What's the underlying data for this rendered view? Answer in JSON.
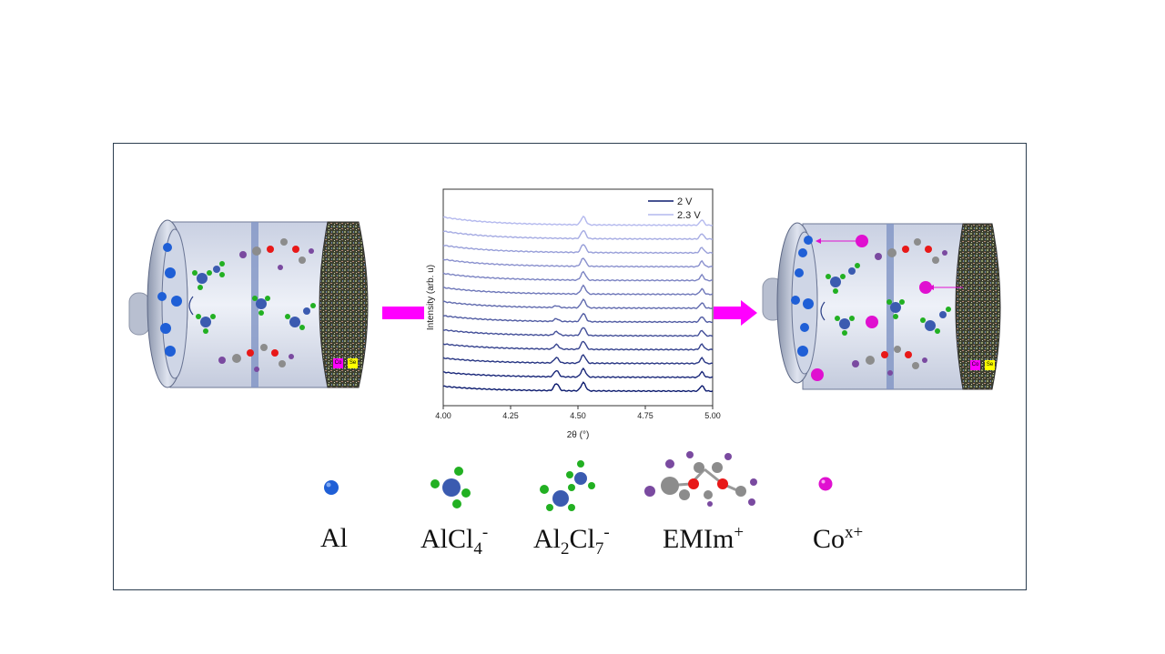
{
  "chart_data": {
    "type": "line",
    "title": "",
    "xlabel": "2θ (°)",
    "ylabel": "Intensity (arb. u)",
    "xlim": [
      4.0,
      5.0
    ],
    "xticks": [
      "4.00",
      "4.25",
      "4.50",
      "4.75",
      "5.00"
    ],
    "legend_placement": "top-right",
    "series": [
      {
        "name": "2 V",
        "color": "#0b1a6e"
      },
      {
        "name": "2.3 V",
        "color": "#b4b9ee"
      }
    ],
    "curve_count": 13,
    "peaks": [
      {
        "x": 4.42,
        "present_in_curves": "lower curves (2 V side)"
      },
      {
        "x": 4.52,
        "present_in_curves": "all"
      },
      {
        "x": 4.96,
        "present_in_curves": "all"
      }
    ]
  },
  "legend": {
    "species": [
      {
        "key": "al",
        "main": "Al",
        "sub1": "",
        "mid": "",
        "sub2": "",
        "sup": ""
      },
      {
        "key": "alcl4",
        "main": "AlCl",
        "sub1": "4",
        "mid": "",
        "sub2": "",
        "sup": "-"
      },
      {
        "key": "al2cl7",
        "main": "Al",
        "sub1": "2",
        "mid": "Cl",
        "sub2": "7",
        "sup": "-"
      },
      {
        "key": "emim",
        "main": "EMIm",
        "sub1": "",
        "mid": "",
        "sub2": "",
        "sup": "+"
      },
      {
        "key": "co",
        "main": "Co",
        "sub1": "",
        "mid": "",
        "sub2": "",
        "sup": "x+"
      }
    ]
  },
  "cathode_badges": {
    "left": "Co",
    "right": "Se"
  },
  "colors": {
    "arrow": "#ff00ff",
    "al": "#1f5fd6",
    "chlorine": "#22b022",
    "carbon": "#8c8c8c",
    "nitrogen": "#e81818",
    "hydrogen": "#7a4aa0",
    "cobalt_ion": "#e010d0",
    "dark_series": "#0b1a6e",
    "light_series": "#b4b9ee"
  }
}
